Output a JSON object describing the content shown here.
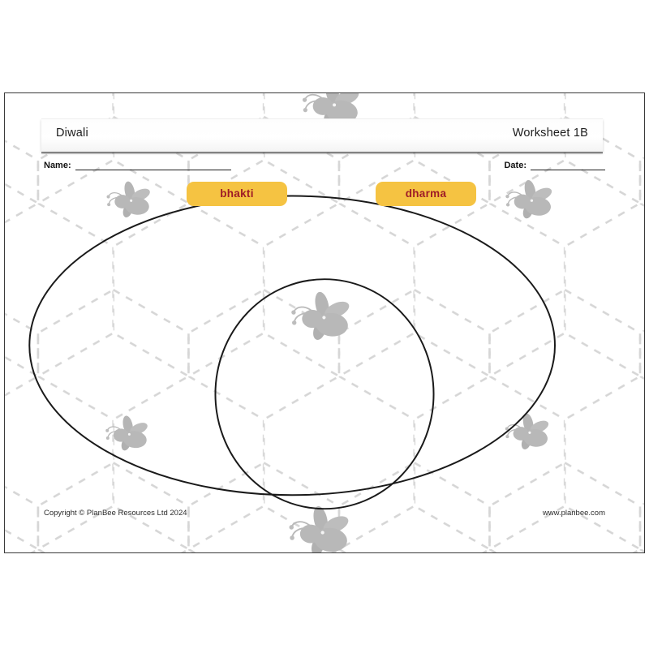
{
  "page": {
    "header": {
      "topic": "Diwali",
      "worksheet": "Worksheet 1B"
    },
    "fields": {
      "name_label": "Name:",
      "date_label": "Date:"
    },
    "venn": {
      "left_label": "bhakti",
      "right_label": "dharma",
      "label_bg_color": "#f5c342",
      "label_text_color": "#9e1b27",
      "outline_color": "#1a1a1a"
    },
    "footer": {
      "copyright": "Copyright © PlanBee Resources Ltd 2024",
      "url": "www.planbee.com"
    },
    "decor": {
      "honeycomb_color": "#d4d4d4",
      "bee_color": "#b4b4b4"
    }
  }
}
